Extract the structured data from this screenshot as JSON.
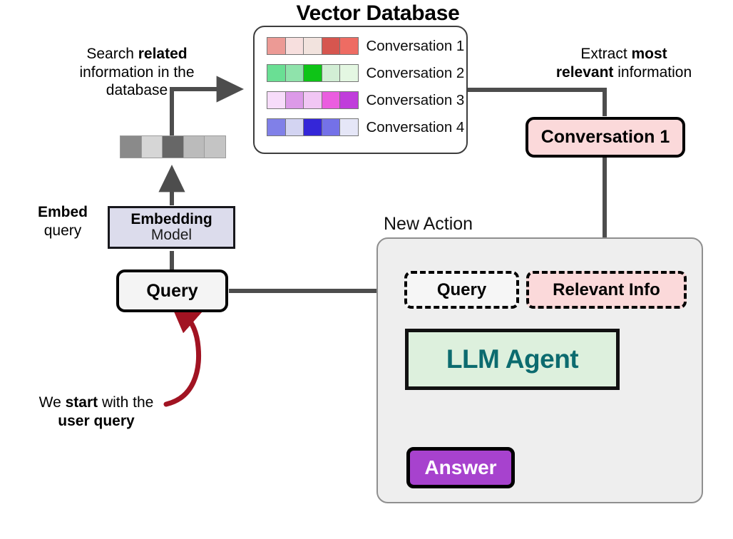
{
  "diagram": {
    "title": "Vector Database",
    "new_action_label": "New Action"
  },
  "callouts": {
    "search": {
      "line1_pre": "Search ",
      "line1_bold": "related",
      "line2": "information in the",
      "line3": "database"
    },
    "extract": {
      "line1_pre": "Extract ",
      "line1_bold": "most",
      "line2_bold": "relevant",
      "line2_post": " information"
    },
    "embed": {
      "line1_bold": "Embed",
      "line2": "query"
    },
    "start": {
      "line1_pre": "We ",
      "line1_bold": "start",
      "line1_post": " with the",
      "line2_bold": "user query"
    }
  },
  "vector_database": {
    "rows": [
      {
        "label": "Conversation 1",
        "colors": [
          "#ec9a95",
          "#f7dfde",
          "#f2e3de",
          "#d6564f",
          "#ee6c63"
        ]
      },
      {
        "label": "Conversation 2",
        "colors": [
          "#6adf94",
          "#8fe3ab",
          "#0ec417",
          "#d2eed5",
          "#e4f7e2"
        ]
      },
      {
        "label": "Conversation 3",
        "colors": [
          "#f7dcfa",
          "#dc9ae8",
          "#f1c6f4",
          "#ea5ddf",
          "#c03ddb"
        ]
      },
      {
        "label": "Conversation 4",
        "colors": [
          "#8080e8",
          "#d3d4f2",
          "#3426d8",
          "#7471e8",
          "#e5e6f7"
        ]
      }
    ]
  },
  "query_vector": {
    "colors": [
      "#8a8a8a",
      "#d6d6d6",
      "#676767",
      "#bbbbbb",
      "#c4c4c4"
    ]
  },
  "nodes": {
    "embedding_model": {
      "line1": "Embedding",
      "line2": "Model"
    },
    "query_left": "Query",
    "conversation_1": "Conversation 1",
    "query_dashed": "Query",
    "relevant_info": "Relevant Info",
    "llm_agent": "LLM Agent",
    "answer": "Answer"
  },
  "colors": {
    "wire": "#4d4d4d",
    "curved_arrow": "#a11322",
    "llm_text": "#0c6b6f",
    "answer_bg": "#a742ce",
    "relevant_bg": "#fbd9da",
    "embedding_bg": "#dcdcec",
    "llm_bg": "#ddf0dd",
    "panel_bg": "#eeeeee"
  }
}
